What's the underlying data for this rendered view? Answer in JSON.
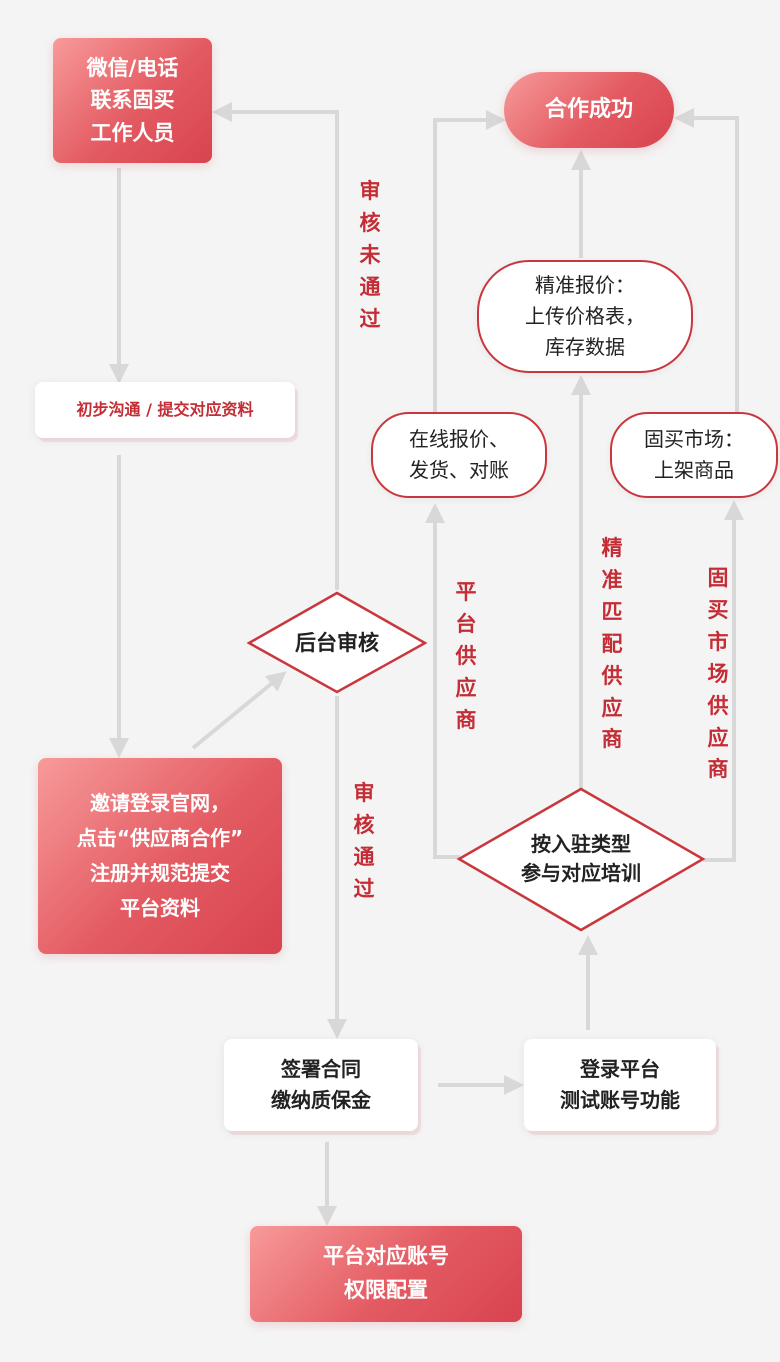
{
  "nodes": {
    "contact": "微信/电话\n联系固买\n工作人员",
    "initial_comm": "初步沟通 / 提交对应资料",
    "register": "邀请登录官网，\n点击“供应商合作”\n注册并规范提交\n平台资料",
    "review": "后台审核",
    "contract": "签署合同\n缴纳质保金",
    "account": "平台对应账号\n权限配置",
    "test": "登录平台\n测试账号功能",
    "training": "按入驻类型\n参与对应培训",
    "online": "在线报价、\n发货、对账",
    "precise": "精准报价：\n上传价格表，\n库存数据",
    "market": "固买市场：\n上架商品",
    "success": "合作成功"
  },
  "edge_labels": {
    "rejected": "审核未通过",
    "approved": "审核通过",
    "platform_supplier": "平台供应商",
    "precise_supplier": "精准匹配供应商",
    "market_supplier": "固买市场供应商"
  },
  "colors": {
    "accent": "#c9373d",
    "arrow": "#d8d8d8",
    "label_red": "#c42d35"
  }
}
